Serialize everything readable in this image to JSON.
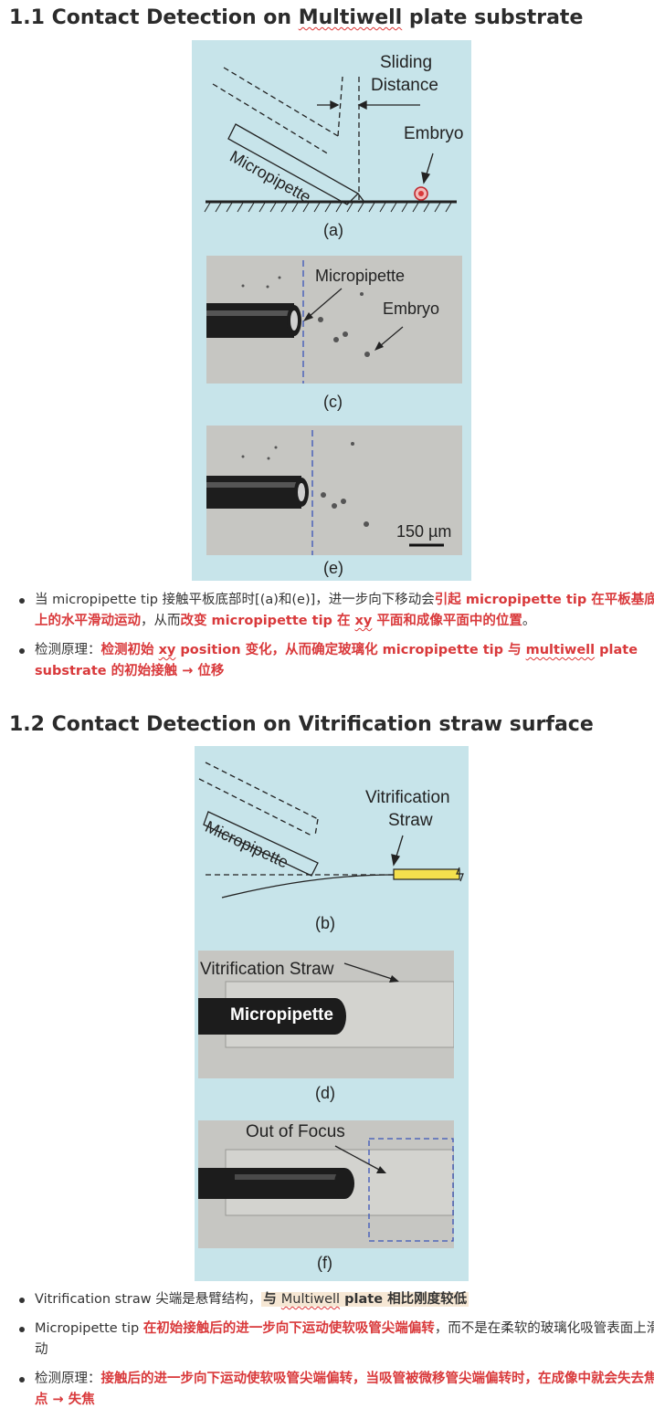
{
  "section1": {
    "title_prefix": "1.1 Contact Detection on ",
    "title_word": "Multiwell",
    "title_suffix": " plate substrate",
    "fig_a": {
      "sliding_1": "Sliding",
      "sliding_2": "Distance",
      "embryo": "Embryo",
      "micropipette": "Micropipette",
      "caption": "(a)"
    },
    "fig_c": {
      "micropipette": "Micropipette",
      "embryo": "Embryo",
      "caption": "(c)"
    },
    "fig_e": {
      "scale": "150 µm",
      "caption": "(e)"
    },
    "bullet1": {
      "t1": "当 micropipette tip 接触平板底部时[(a)和(e)]，进一步向下移动会",
      "t2": "引起 micropipette tip 在平板基底上的水平滑动运动",
      "t3": "，从而",
      "t4": "改变 micropipette tip 在 ",
      "t5": "xy",
      "t6": " 平面和成像平面中的位置",
      "t7": "。"
    },
    "bullet2": {
      "t1": "检测原理：",
      "t2": "检测初始 ",
      "t3": "xy",
      "t4": " position 变化，从而确定玻璃化 micropipette tip 与 ",
      "t5": "multiwell",
      "t6": " plate substrate",
      "t7": " 的初始接触 → 位移"
    }
  },
  "section2": {
    "title": "1.2 Contact Detection on Vitrification straw surface",
    "fig_b": {
      "vit_1": "Vitrification",
      "vit_2": "Straw",
      "micropipette": "Micropipette",
      "caption": "(b)"
    },
    "fig_d": {
      "straw": "Vitrification Straw",
      "micropipette": "Micropipette",
      "caption": "(d)"
    },
    "fig_f": {
      "focus": "Out of Focus",
      "caption": "(f)"
    },
    "bullet1": {
      "t1": "Vitrification straw 尖端是悬臂结构，",
      "t2": "与 ",
      "t3": "Multiwell",
      "t4": " plate 相比刚度较低"
    },
    "bullet2": {
      "t1": "Micropipette tip ",
      "t2": "在初始接触后的进一步向下运动使软吸管尖端偏转",
      "t3": "，而不是在柔软的玻璃化吸管表面上滑动"
    },
    "bullet3": {
      "t1": "检测原理：",
      "t2": "接触后的进一步向下运动使软吸管尖端偏转，当吸管被微移管尖端偏转时，在成像中就会失去焦点 → 失焦"
    }
  }
}
